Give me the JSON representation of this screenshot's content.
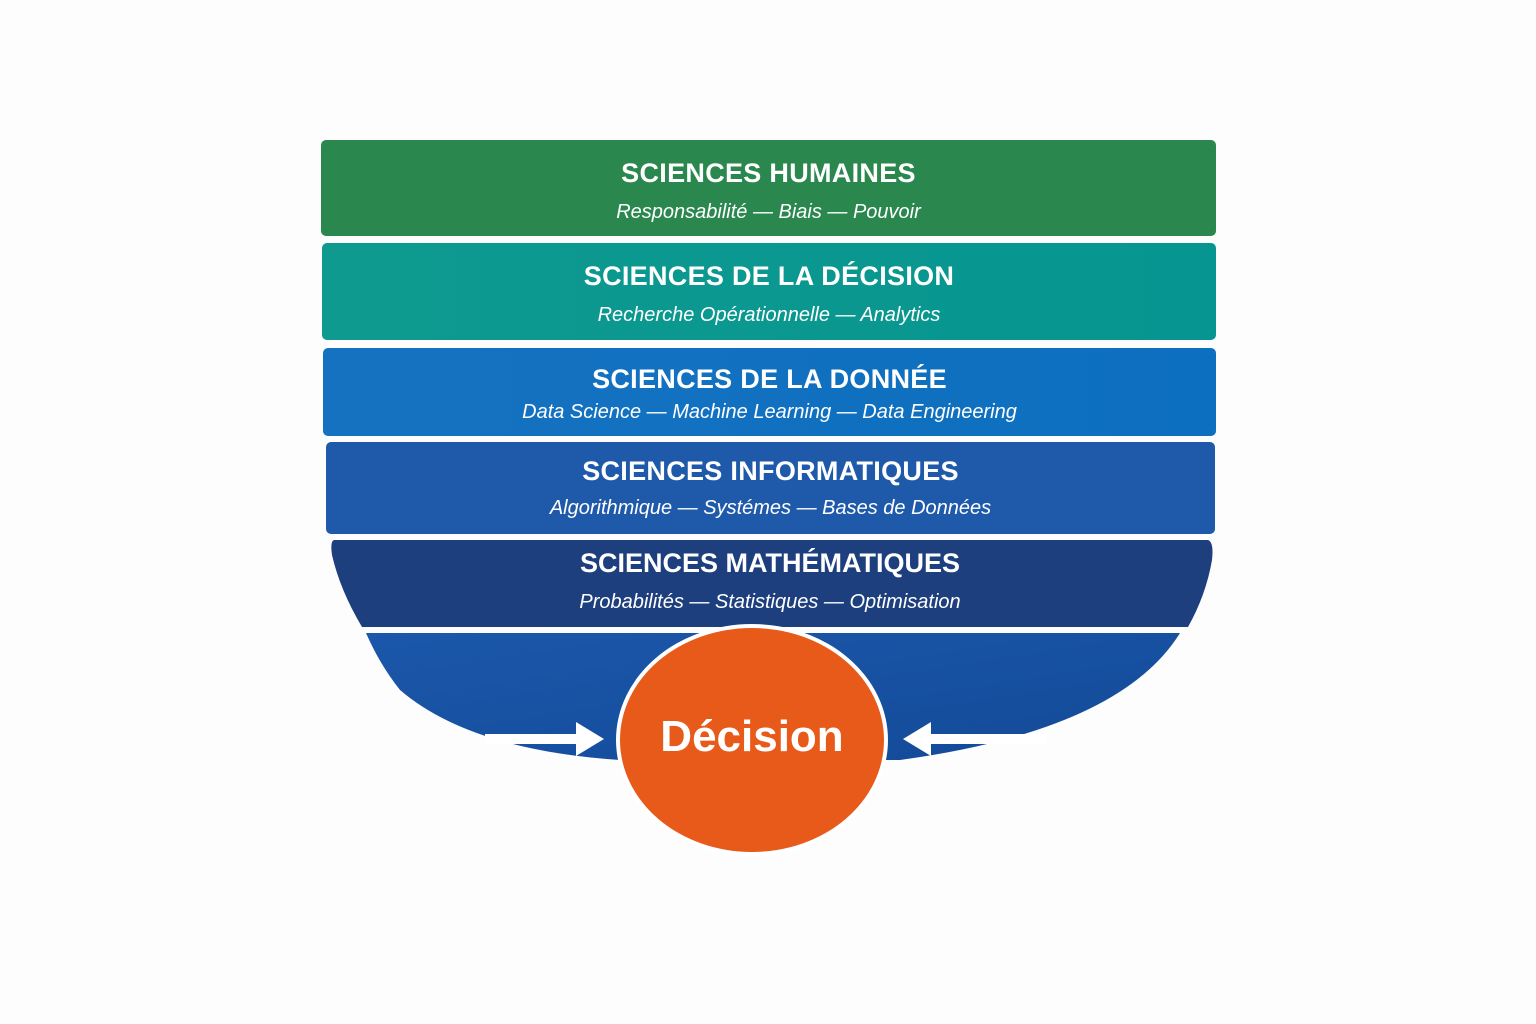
{
  "layers": [
    {
      "title": "SCIENCES HUMAINES",
      "subtitle": "Responsabilité — Biais — Pouvoir",
      "color": "#2a874d"
    },
    {
      "title": "SCIENCES DE LA DÉCISION",
      "subtitle": "Recherche Opérationnelle — Analytics",
      "color": "#069590"
    },
    {
      "title": "SCIENCES DE LA DONNÉE",
      "subtitle": "Data Science — Machine Learning — Data Engineering",
      "color": "#0d6fc0"
    },
    {
      "title": "SCIENCES INFORMATIQUES",
      "subtitle": "Algorithmique — Systémes — Bases de Données",
      "color": "#1f5aaa"
    },
    {
      "title": "SCIENCES MATHÉMATIQUES",
      "subtitle": "Probabilités — Statistiques — Optimisation",
      "color": "#1e3f7e"
    }
  ],
  "bowl_color": "#1a55a8",
  "center": {
    "label": "Décision",
    "color": "#e85a1a"
  },
  "arrows": [
    {
      "direction": "right",
      "side": "left"
    },
    {
      "direction": "left",
      "side": "right"
    }
  ]
}
